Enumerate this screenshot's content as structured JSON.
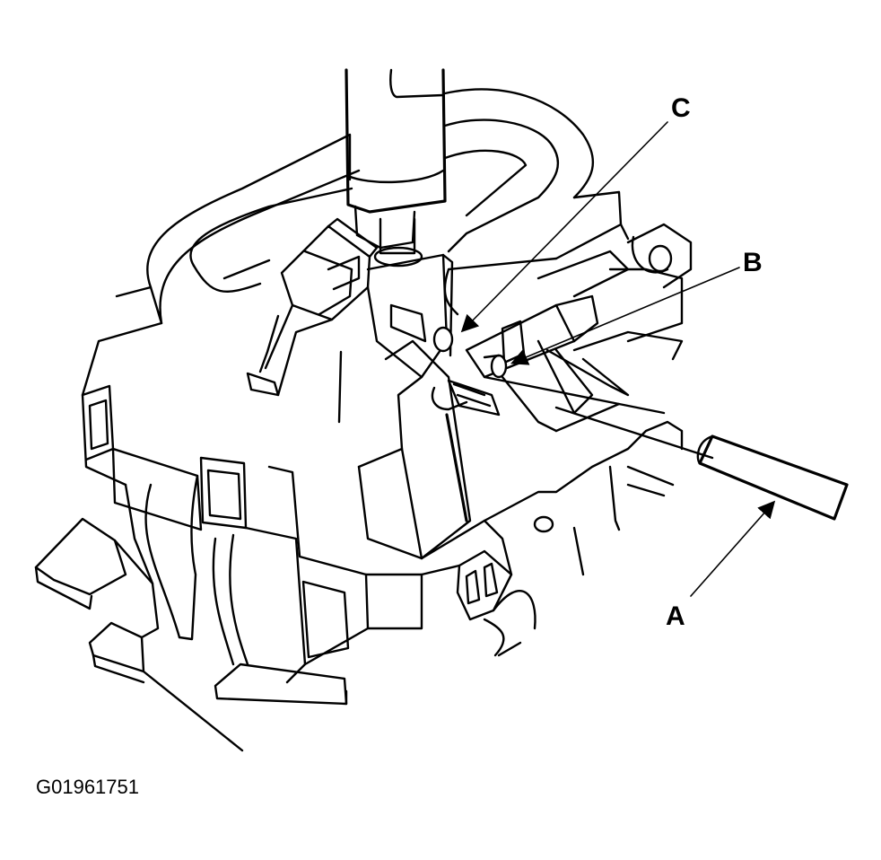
{
  "figure_id": "G01961751",
  "callouts": {
    "a": "A",
    "b": "B",
    "c": "C"
  }
}
